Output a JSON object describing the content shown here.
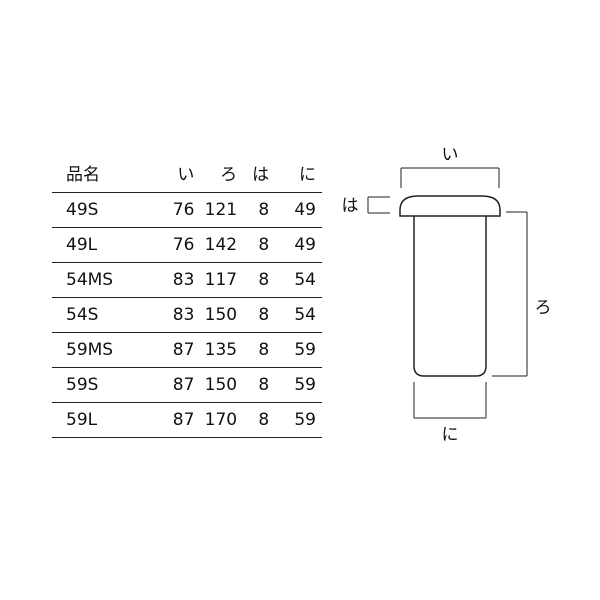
{
  "table": {
    "headers": {
      "name": "品名",
      "i": "い",
      "ro": "ろ",
      "ha": "は",
      "ni": "に"
    },
    "rows": [
      {
        "name": "49S",
        "i": "76",
        "ro": "121",
        "ha": "8",
        "ni": "49"
      },
      {
        "name": "49L",
        "i": "76",
        "ro": "142",
        "ha": "8",
        "ni": "49"
      },
      {
        "name": "54MS",
        "i": "83",
        "ro": "117",
        "ha": "8",
        "ni": "54"
      },
      {
        "name": "54S",
        "i": "83",
        "ro": "150",
        "ha": "8",
        "ni": "54"
      },
      {
        "name": "59MS",
        "i": "87",
        "ro": "135",
        "ha": "8",
        "ni": "59"
      },
      {
        "name": "59S",
        "i": "87",
        "ro": "150",
        "ha": "8",
        "ni": "59"
      },
      {
        "name": "59L",
        "i": "87",
        "ro": "170",
        "ha": "8",
        "ni": "59"
      }
    ]
  },
  "diagram": {
    "label_i": "い",
    "label_ro": "ろ",
    "label_ha": "は",
    "label_ni": "に"
  }
}
